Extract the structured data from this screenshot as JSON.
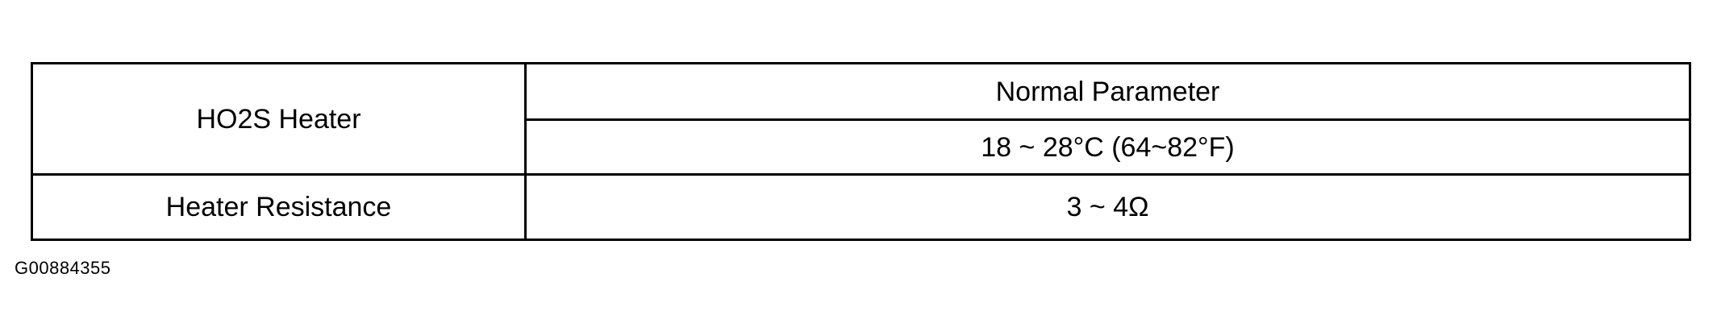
{
  "table": {
    "row_label_heater": "HO2S Heater",
    "header_normal_parameter": "Normal Parameter",
    "temperature_range": "18 ~ 28°C (64~82°F)",
    "row_label_resistance": "Heater Resistance",
    "resistance_value": "3 ~ 4Ω"
  },
  "figure_id": "G00884355"
}
